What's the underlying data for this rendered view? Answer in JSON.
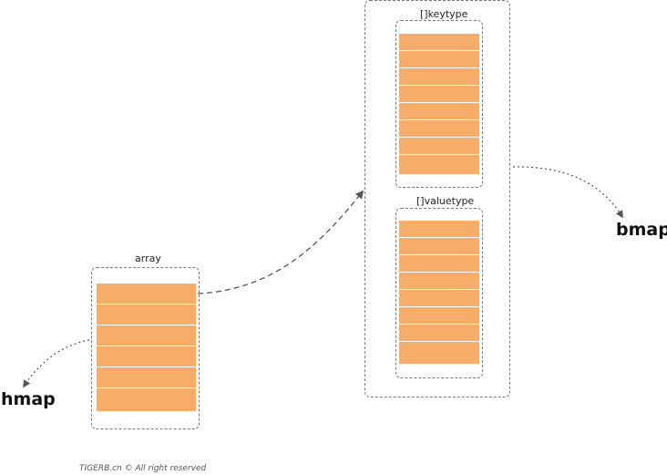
{
  "labels": {
    "array": "array",
    "keytype": "[]keytype",
    "valuetype": "[]valuetype",
    "hmap": "hmap",
    "bmap": "bmap"
  },
  "footer": "TIGERB.cn © All right reserved",
  "colors": {
    "slot_fill": "#f5ad69",
    "border": "#7a7a7a",
    "arrow": "#555555"
  }
}
